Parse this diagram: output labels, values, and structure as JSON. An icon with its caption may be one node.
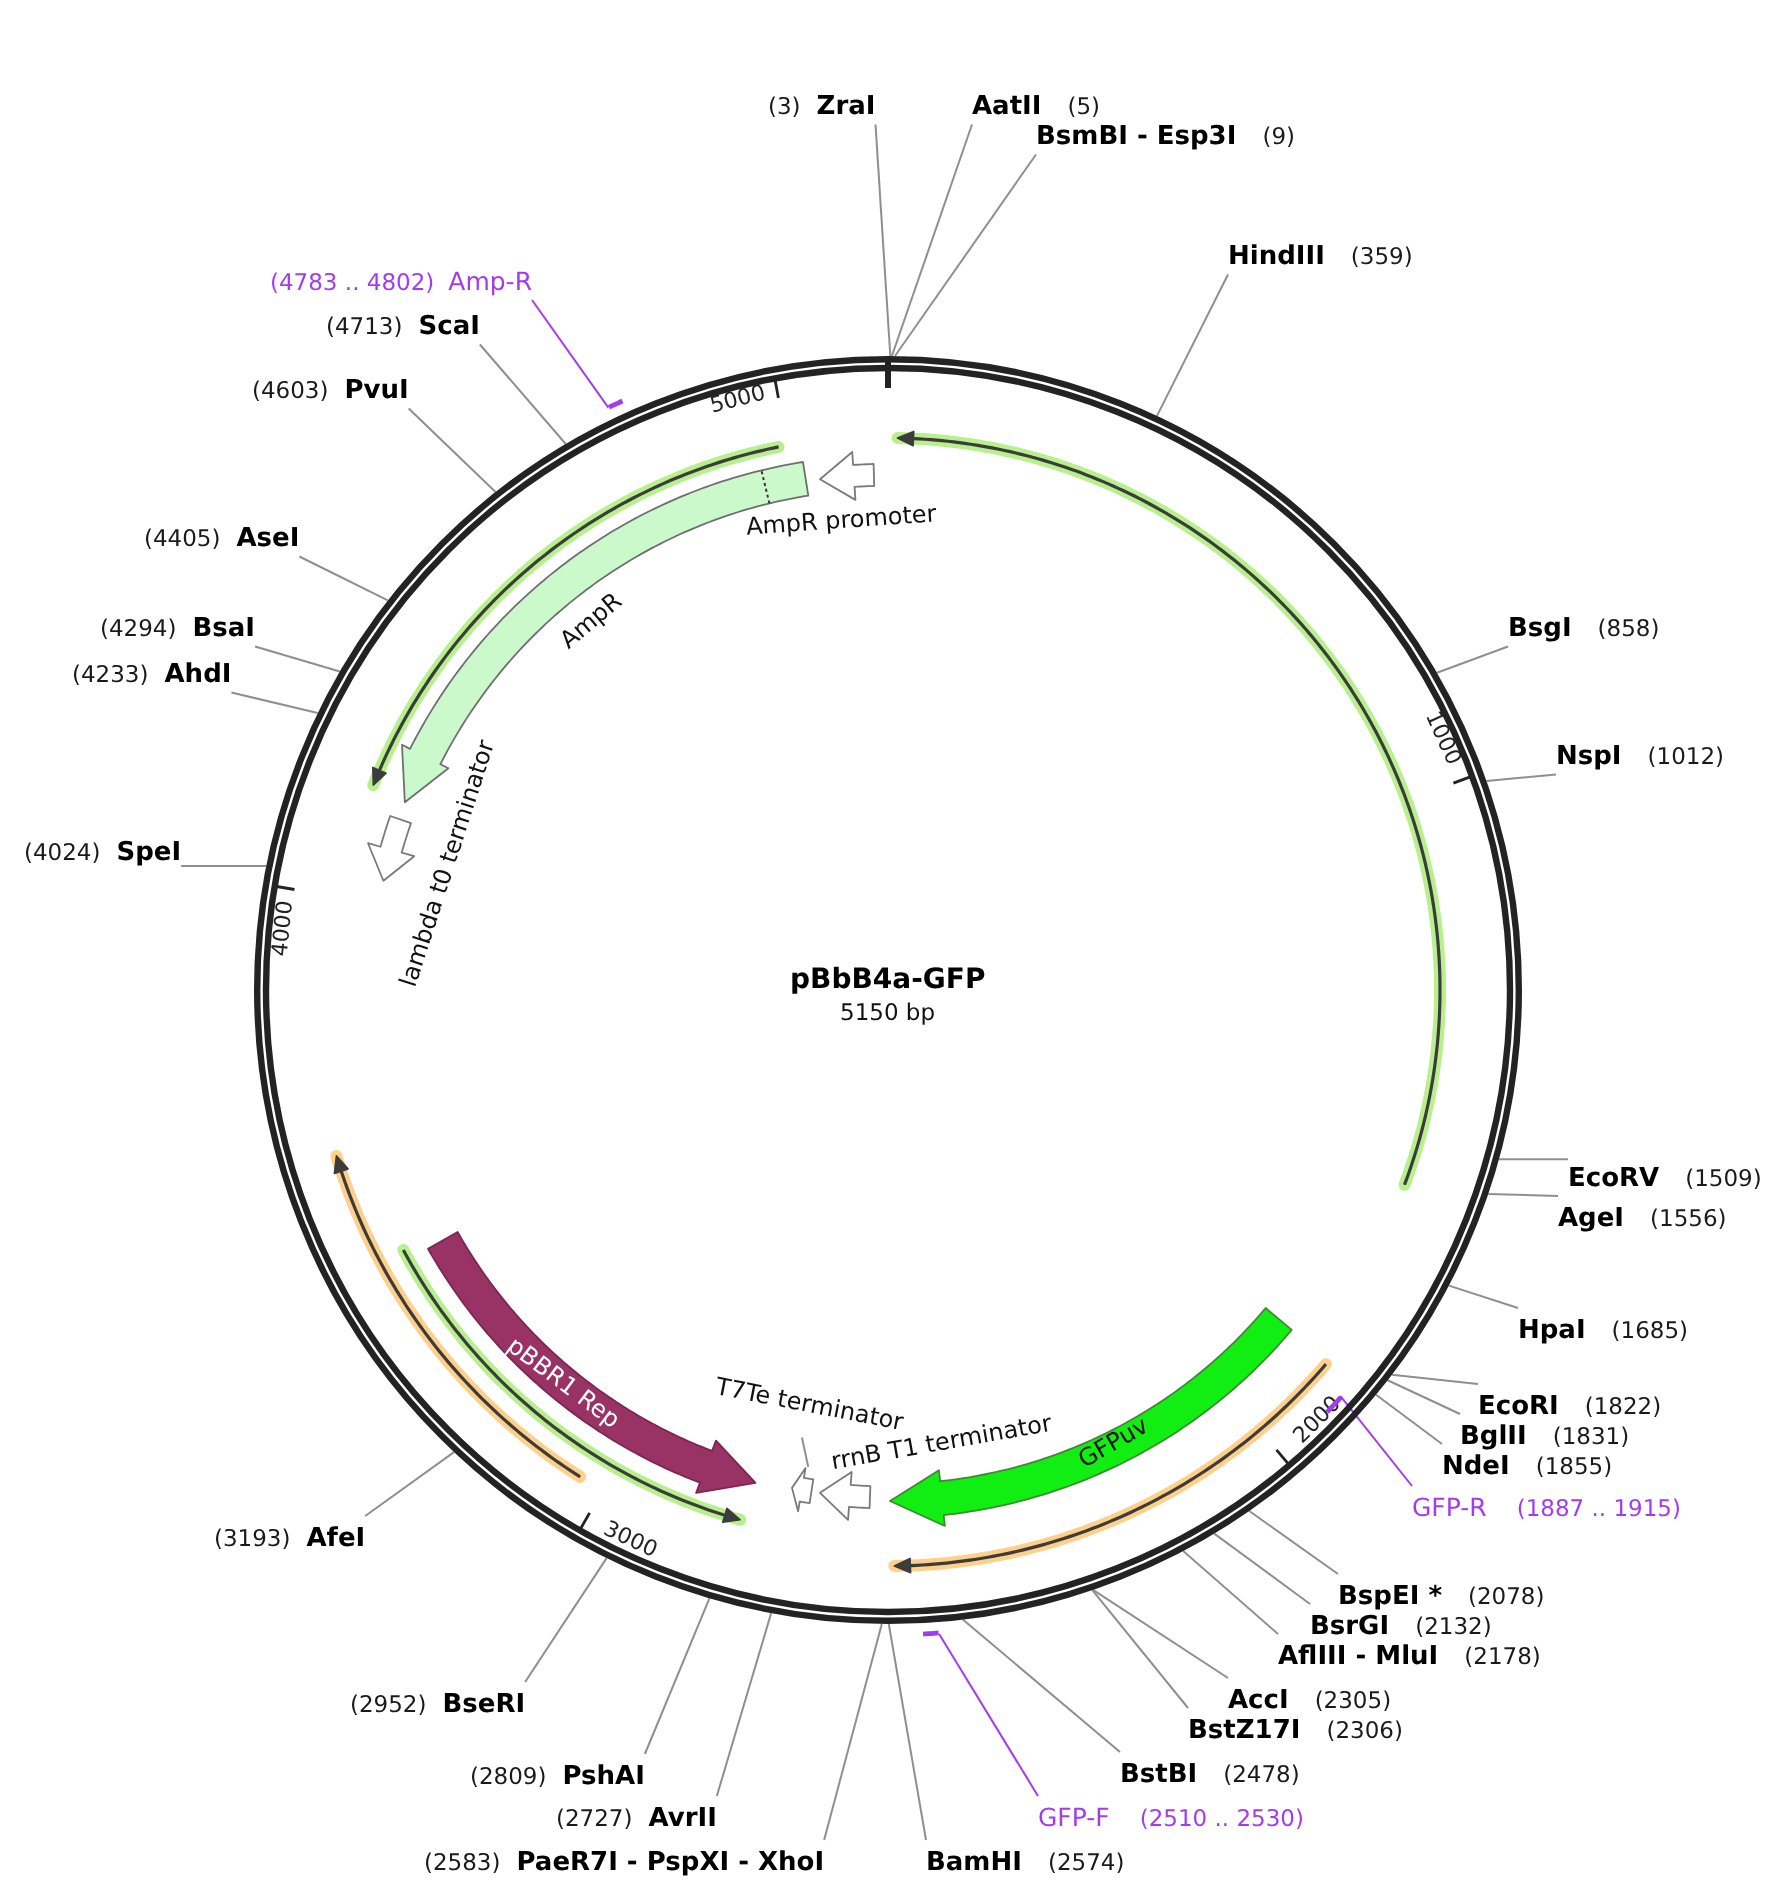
{
  "diagram": {
    "nodes": [
      {
        "text": [
          "pBbB4a-GFP",
          "5150 bp"
        ]
      },
      {
        "text": [
          "AmpR promoter"
        ],
        "in": 0
      },
      {
        "text": [
          "AmpR"
        ],
        "in": 0
      },
      {
        "text": [
          "lambda t0 terminator"
        ],
        "in": 0
      },
      {
        "text": [
          "pBBR1 Rep"
        ],
        "in": 0
      },
      {
        "text": [
          "T7Te terminator"
        ],
        "in": 0
      },
      {
        "text": [],
        "shape": "arrow",
        "in": 0
      },
      {
        "text": [
          "rrnB T1 terminator"
        ],
        "in": 0
      },
      {
        "text": [
          "GFPuv"
        ],
        "in": 0
      },
      {
        "text": [],
        "shape": "bar"
      },
      {
        "text": [],
        "shape": "bar",
        "in": 0
      },
      {
        "text": [],
        "shape": "bar"
      },
      {
        "text": [
          "ZraI"
        ],
        "beside": [
          "(3)"
        ]
      },
      {
        "text": [
          "AatII"
        ],
        "beside": [
          "(5)"
        ]
      },
      {
        "text": [
          "BsmBI - Esp3I"
        ],
        "beside": [
          "(9)"
        ]
      },
      {
        "text": [
          "HindIII"
        ],
        "beside": [
          "(359)"
        ]
      },
      {
        "text": [
          "BsgI"
        ],
        "beside": [
          "(858)"
        ]
      },
      {
        "text": [
          "NspI"
        ],
        "beside": [
          "(1012)"
        ]
      },
      {
        "text": [
          "EcoRV"
        ],
        "beside": [
          "(1509)"
        ]
      },
      {
        "text": [
          "AgeI"
        ],
        "beside": [
          "(1556)"
        ]
      },
      {
        "text": [
          "HpaI"
        ],
        "beside": [
          "(1685)"
        ]
      },
      {
        "text": [
          "EcoRI"
        ],
        "beside": [
          "(1822)"
        ]
      },
      {
        "text": [
          "BglII"
        ],
        "beside": [
          "(1831)"
        ]
      },
      {
        "text": [
          "NdeI"
        ],
        "beside": [
          "(1855)"
        ]
      },
      {
        "text": [
          "GFP-R"
        ],
        "beside": [
          "(1887 .. 1915)"
        ]
      },
      {
        "text": [
          "BspEI *"
        ],
        "beside": [
          "(2078)"
        ]
      },
      {
        "text": [
          "BsrGI"
        ],
        "beside": [
          "(2132)"
        ]
      },
      {
        "text": [
          "AflIII - MluI"
        ],
        "beside": [
          "(2178)"
        ]
      },
      {
        "text": [
          "AccI"
        ],
        "beside": [
          "(2305)"
        ]
      },
      {
        "text": [
          "BstZ17I"
        ],
        "beside": [
          "(2306)"
        ]
      },
      {
        "text": [
          "BstBI"
        ],
        "beside": [
          "(2478)"
        ]
      },
      {
        "text": [
          "GFP-F"
        ],
        "beside": [
          "(2510 .. 2530)"
        ]
      },
      {
        "text": [
          "BamHI"
        ],
        "beside": [
          "(2574)"
        ]
      },
      {
        "text": [
          "PaeR7I - PspXI - XhoI"
        ],
        "beside": [
          "(2583)"
        ]
      },
      {
        "text": [
          "AvrII"
        ],
        "beside": [
          "(2727)"
        ]
      },
      {
        "text": [
          "PshAI"
        ],
        "beside": [
          "(2809)"
        ]
      },
      {
        "text": [
          "BseRI"
        ],
        "beside": [
          "(2952)"
        ]
      },
      {
        "text": [
          "AfeI"
        ],
        "beside": [
          "(3193)"
        ]
      },
      {
        "text": [
          "SpeI"
        ],
        "beside": [
          "(4024)"
        ]
      },
      {
        "text": [
          "AhdI"
        ],
        "beside": [
          "(4233)"
        ]
      },
      {
        "text": [
          "BsaI"
        ],
        "beside": [
          "(4294)"
        ]
      },
      {
        "text": [
          "AseI"
        ],
        "beside": [
          "(4405)"
        ]
      },
      {
        "text": [
          "PvuI"
        ],
        "beside": [
          "(4603)"
        ]
      },
      {
        "text": [
          "ScaI"
        ],
        "beside": [
          "(4713)"
        ]
      },
      {
        "text": [
          "Amp-R"
        ],
        "beside": [
          "(4783 .. 4802)"
        ]
      }
    ],
    "edges": [
      {
        "from": 5,
        "to": 6,
        "arrow": "none"
      },
      {
        "from": 12,
        "to": 0,
        "arrow": "none"
      },
      {
        "from": 13,
        "to": 0,
        "arrow": "none"
      },
      {
        "from": 14,
        "to": 0,
        "arrow": "none"
      },
      {
        "from": 15,
        "to": 0,
        "arrow": "none"
      },
      {
        "from": 16,
        "to": 0,
        "arrow": "none"
      },
      {
        "from": 17,
        "to": 0,
        "arrow": "none"
      },
      {
        "from": 18,
        "to": 0,
        "arrow": "none"
      },
      {
        "from": 19,
        "to": 0,
        "arrow": "none"
      },
      {
        "from": 20,
        "to": 0,
        "arrow": "none"
      },
      {
        "from": 21,
        "to": 0,
        "arrow": "none"
      },
      {
        "from": 22,
        "to": 0,
        "arrow": "none"
      },
      {
        "from": 23,
        "to": 0,
        "arrow": "none"
      },
      {
        "from": 24,
        "to": 10,
        "arrow": "none",
        "color": "#a33cf0"
      },
      {
        "from": 25,
        "to": 0,
        "arrow": "none"
      },
      {
        "from": 26,
        "to": 0,
        "arrow": "none"
      },
      {
        "from": 27,
        "to": 0,
        "arrow": "none"
      },
      {
        "from": 28,
        "to": 0,
        "arrow": "none"
      },
      {
        "from": 29,
        "to": 0,
        "arrow": "none"
      },
      {
        "from": 30,
        "to": 0,
        "arrow": "none"
      },
      {
        "from": 31,
        "to": 11,
        "arrow": "none",
        "color": "#a33cf0"
      },
      {
        "from": 32,
        "to": 0,
        "arrow": "none"
      },
      {
        "from": 33,
        "to": 0,
        "arrow": "none"
      },
      {
        "from": 34,
        "to": 0,
        "arrow": "none"
      },
      {
        "from": 35,
        "to": 0,
        "arrow": "none"
      },
      {
        "from": 36,
        "to": 0,
        "arrow": "none"
      },
      {
        "from": 37,
        "to": 0,
        "arrow": "none"
      },
      {
        "from": 38,
        "to": 0,
        "arrow": "none"
      },
      {
        "from": 39,
        "to": 0,
        "arrow": "none"
      },
      {
        "from": 40,
        "to": 0,
        "arrow": "none"
      },
      {
        "from": 41,
        "to": 0,
        "arrow": "none"
      },
      {
        "from": 42,
        "to": 0,
        "arrow": "none"
      },
      {
        "from": 43,
        "to": 0,
        "arrow": "none"
      },
      {
        "from": 44,
        "to": 9,
        "arrow": "none",
        "color": "#a33cf0"
      }
    ],
    "labels": [
      "5000",
      "1000",
      "4000",
      "2000",
      "3000"
    ]
  }
}
